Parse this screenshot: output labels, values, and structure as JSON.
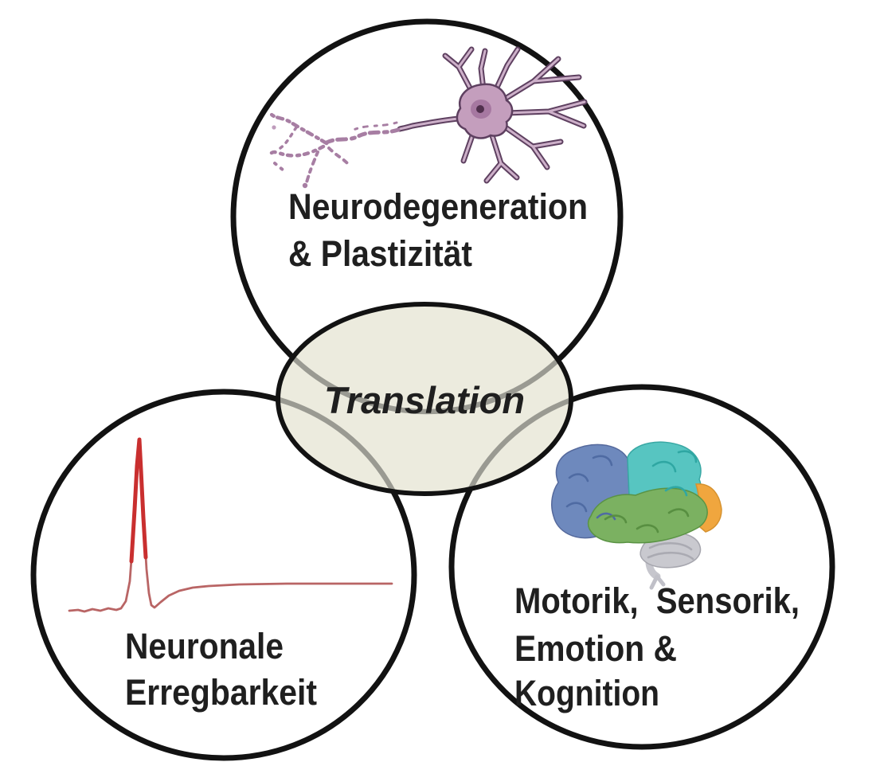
{
  "diagram": {
    "type": "venn-3-circles-with-center-ellipse",
    "background_color": "#ffffff",
    "ring_color": "#121212",
    "label_color": "#1f1f1f",
    "center": {
      "label": "Translation",
      "fill_color": "#ecebde",
      "overlapped_arc_color": "#9a9a92"
    },
    "nodes": {
      "top": {
        "lines": [
          "Neurodegeneration",
          "& Plastizität"
        ],
        "icon": "neuron-icon",
        "icon_colors": {
          "soma": "#c49ebd",
          "nucleus": "#a678a1",
          "nucleolus": "#50304d",
          "outline": "#5e4060",
          "fragments": "#a77ea3"
        }
      },
      "bottom_left": {
        "lines": [
          "Neuronale",
          "Erregbarkeit"
        ],
        "icon": "action-potential-icon",
        "icon_colors": {
          "trace": "#b96565",
          "spike": "#c92f2f"
        }
      },
      "bottom_right": {
        "lines": [
          "Motorik,  Sensorik,",
          "Emotion &",
          "Kognition"
        ],
        "icon": "brain-icon",
        "icon_colors": {
          "frontal_lobe": "#6e89bd",
          "parietal_lobe": "#57c5c1",
          "temporal_lobe": "#7bb161",
          "occipital_lobe": "#f0a63e",
          "cerebellum": "#c9c9cf"
        }
      }
    }
  }
}
